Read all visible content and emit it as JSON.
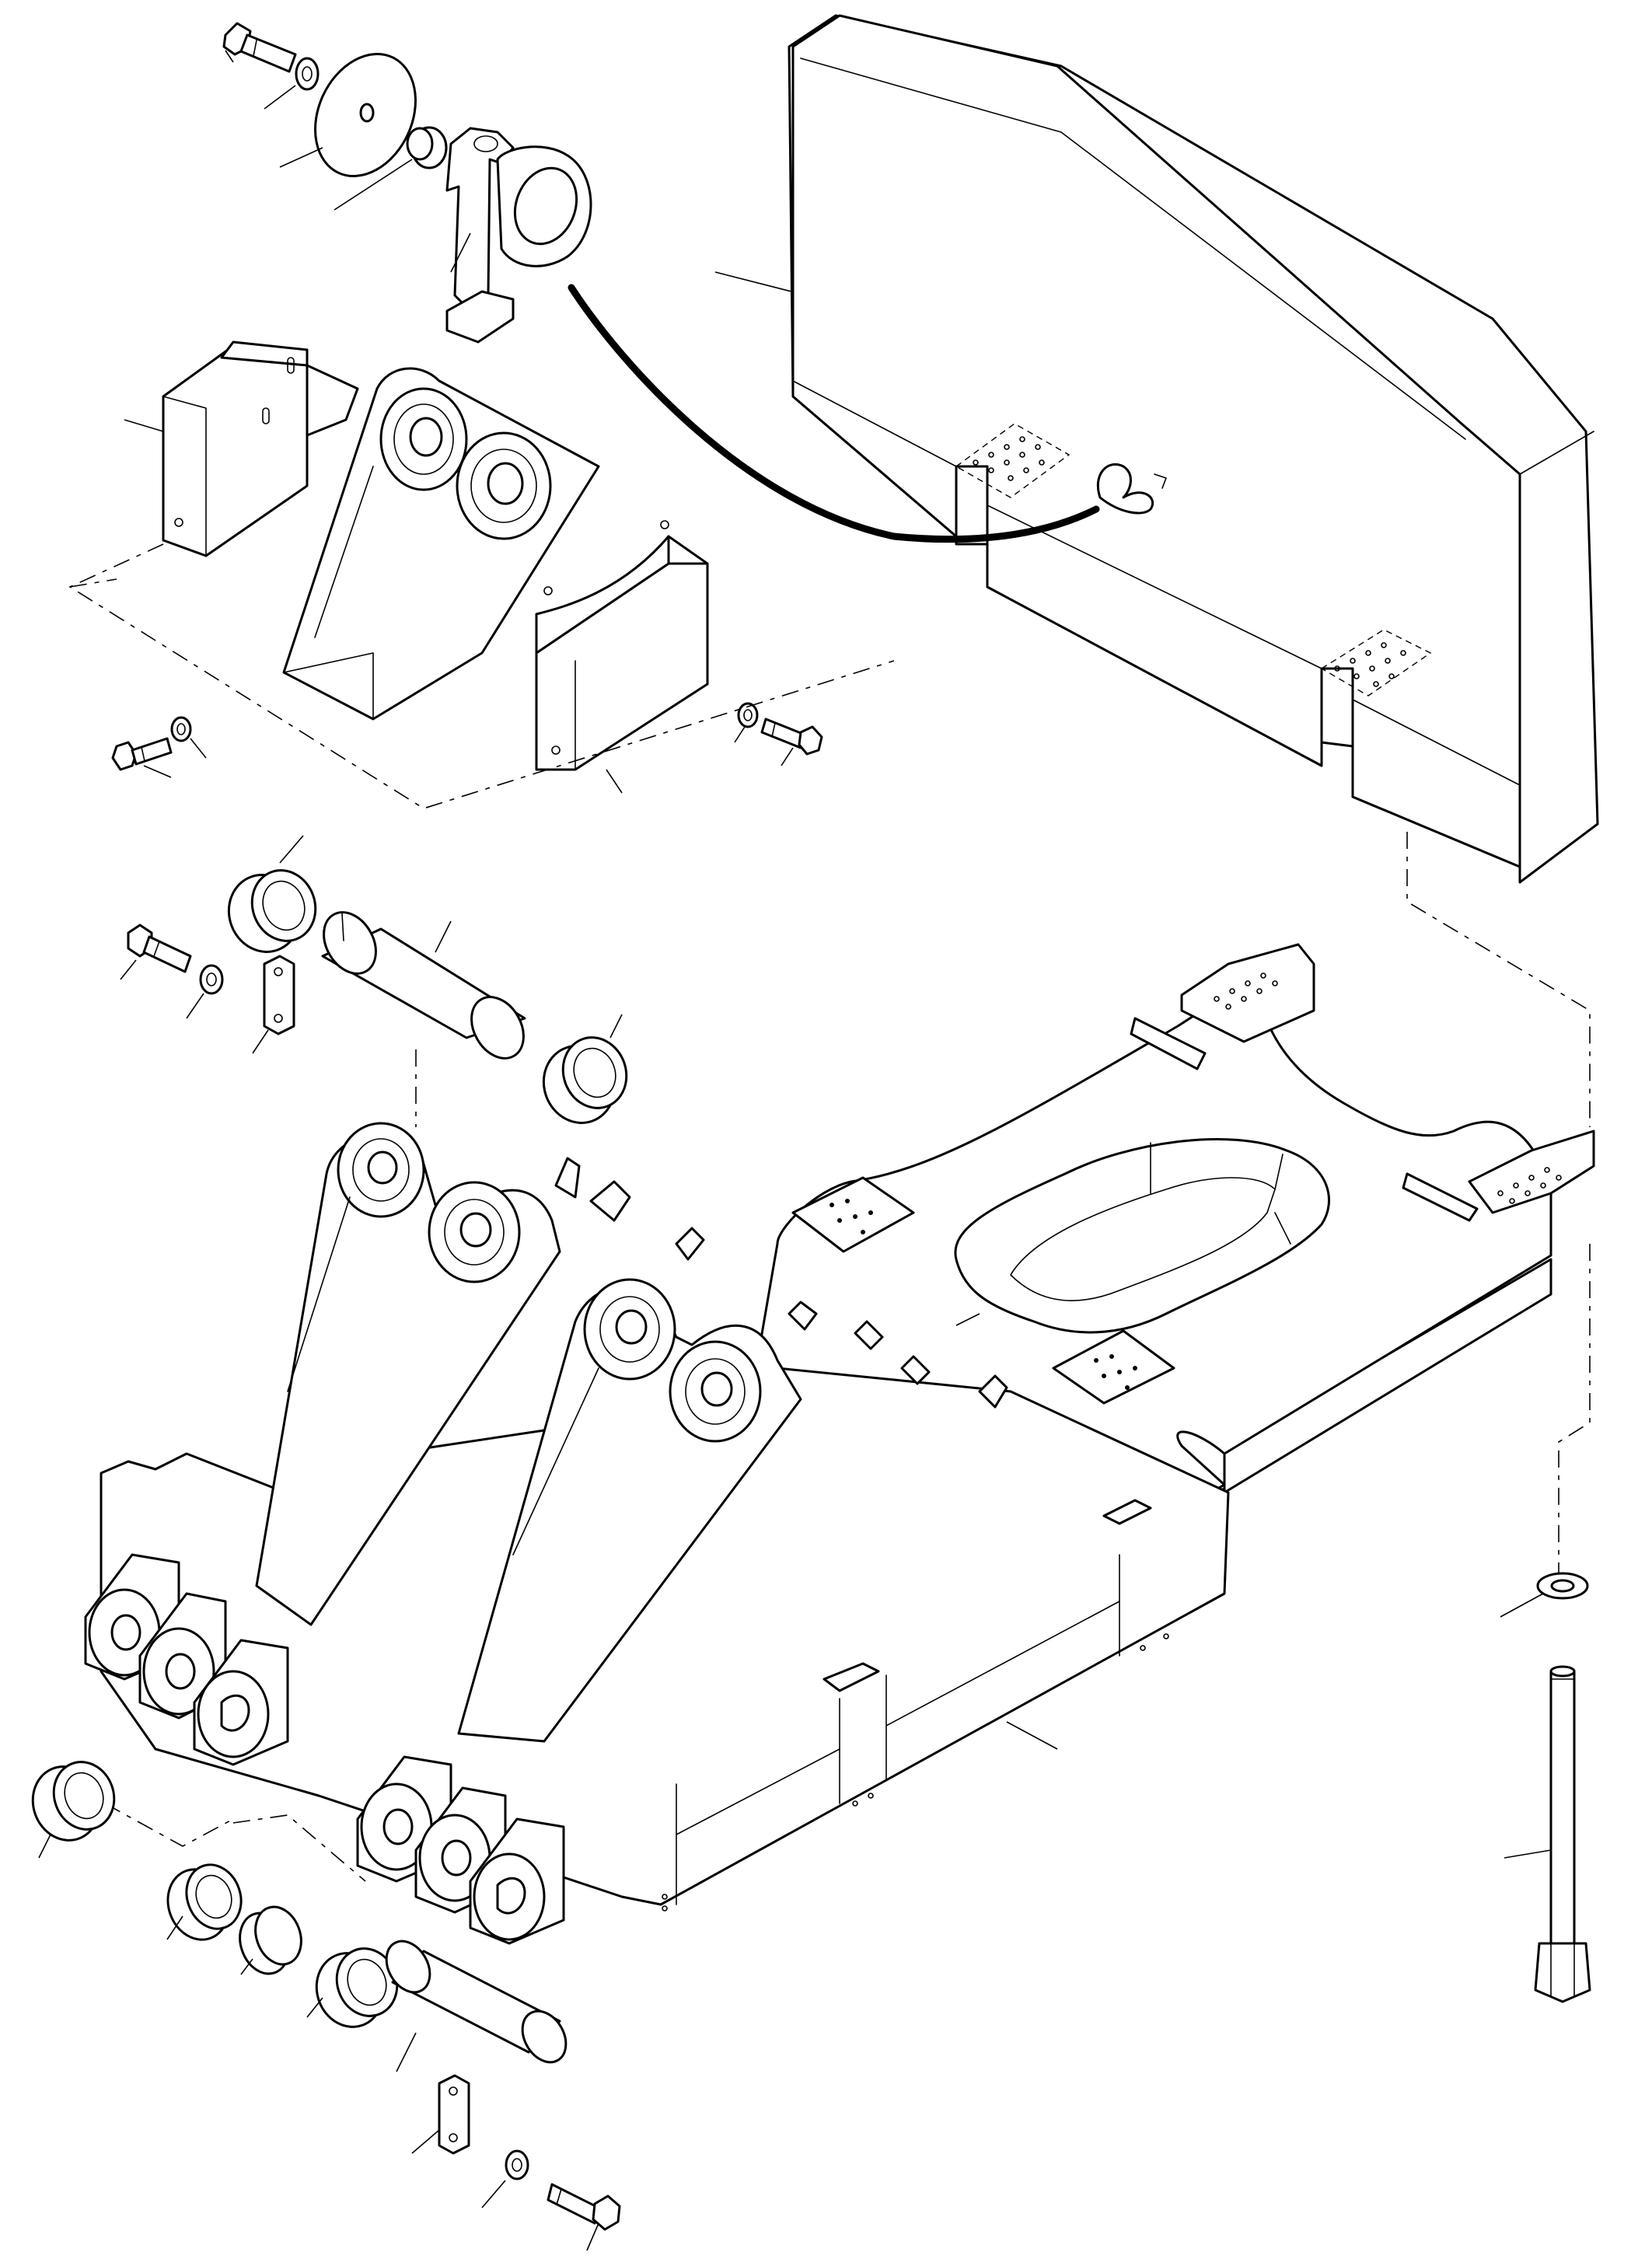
{
  "diagram": {
    "kind": "exploded-view parts drawing",
    "labels_printed": false
  },
  "colors": {
    "background": "#ffffff",
    "ink": "#000000"
  },
  "parts": [
    {
      "id": "counterweight-block",
      "icon": "counterweight"
    },
    {
      "id": "lifting-eye",
      "icon": "eyebolt"
    },
    {
      "id": "cover-disc",
      "icon": "washer-disc"
    },
    {
      "id": "tow-hitch-bracket",
      "icon": "bracket"
    },
    {
      "id": "side-plate-left",
      "icon": "plate"
    },
    {
      "id": "side-plate-right",
      "icon": "plate"
    },
    {
      "id": "rear-frame",
      "icon": "frame"
    },
    {
      "id": "pivot-pin-upper",
      "icon": "pin"
    },
    {
      "id": "pivot-pin-lower",
      "icon": "pin"
    },
    {
      "id": "long-bolt",
      "icon": "bolt"
    },
    {
      "id": "bushings",
      "icon": "bushing"
    },
    {
      "id": "bolts-and-washers",
      "icon": "bolt"
    }
  ]
}
